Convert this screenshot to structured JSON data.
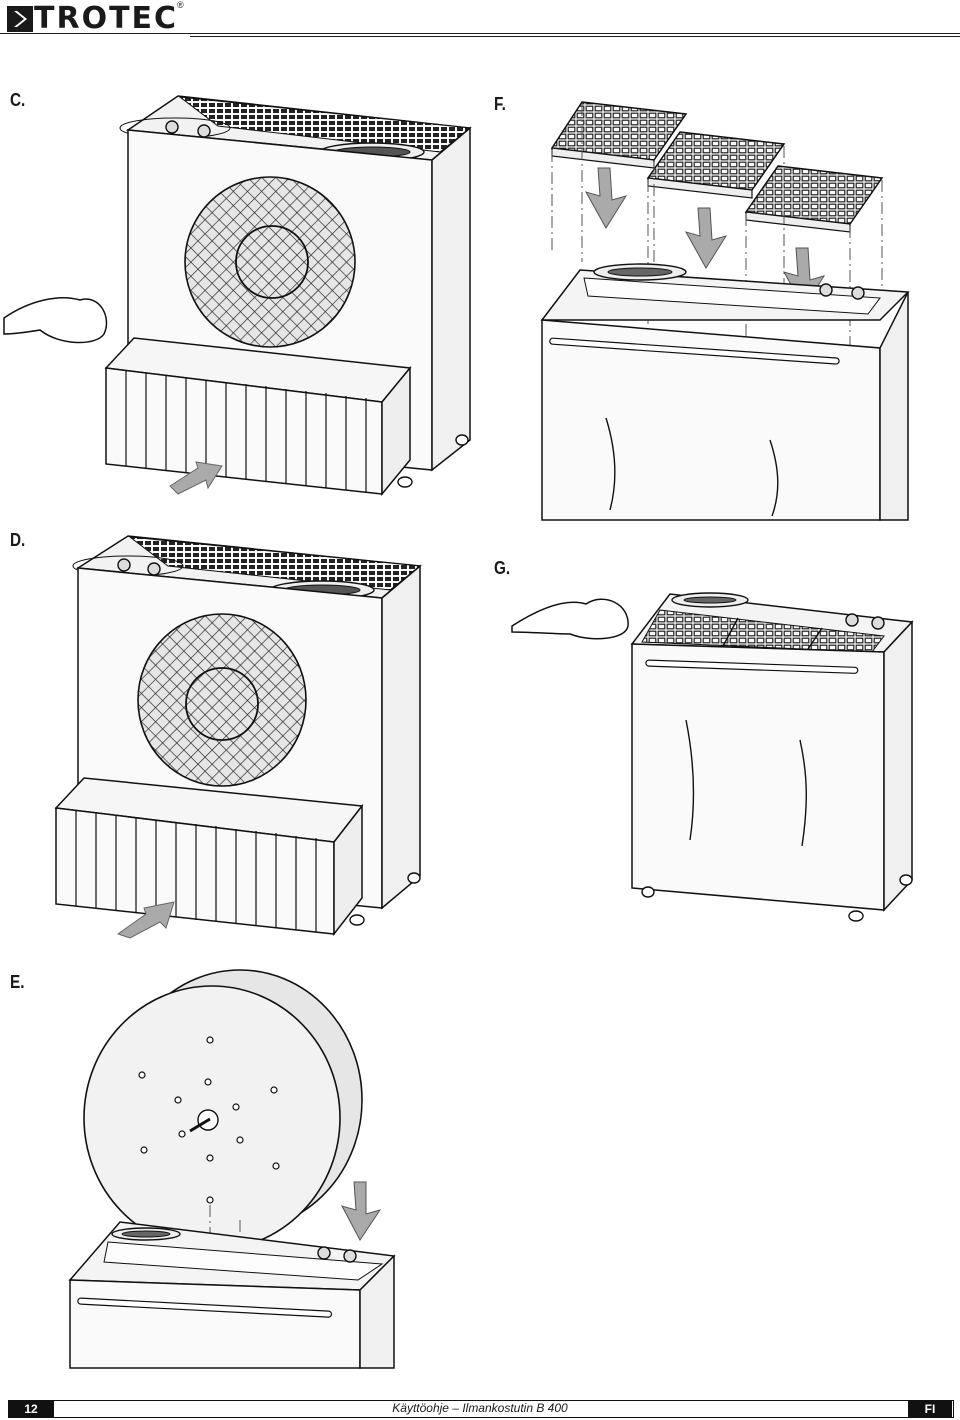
{
  "header": {
    "brand": "TROTEC",
    "registered_mark": "®"
  },
  "steps": {
    "c": "C.",
    "d": "D.",
    "e": "E.",
    "f": "F.",
    "g": "G."
  },
  "footer": {
    "page_number": "12",
    "title": "Käyttöohje – Ilmankostutin B 400",
    "language": "FI"
  },
  "icons": {
    "logo": "trotec-chevron-logo",
    "arrow": "direction-arrow-icon",
    "hand": "hand-with-cloth-icon"
  }
}
